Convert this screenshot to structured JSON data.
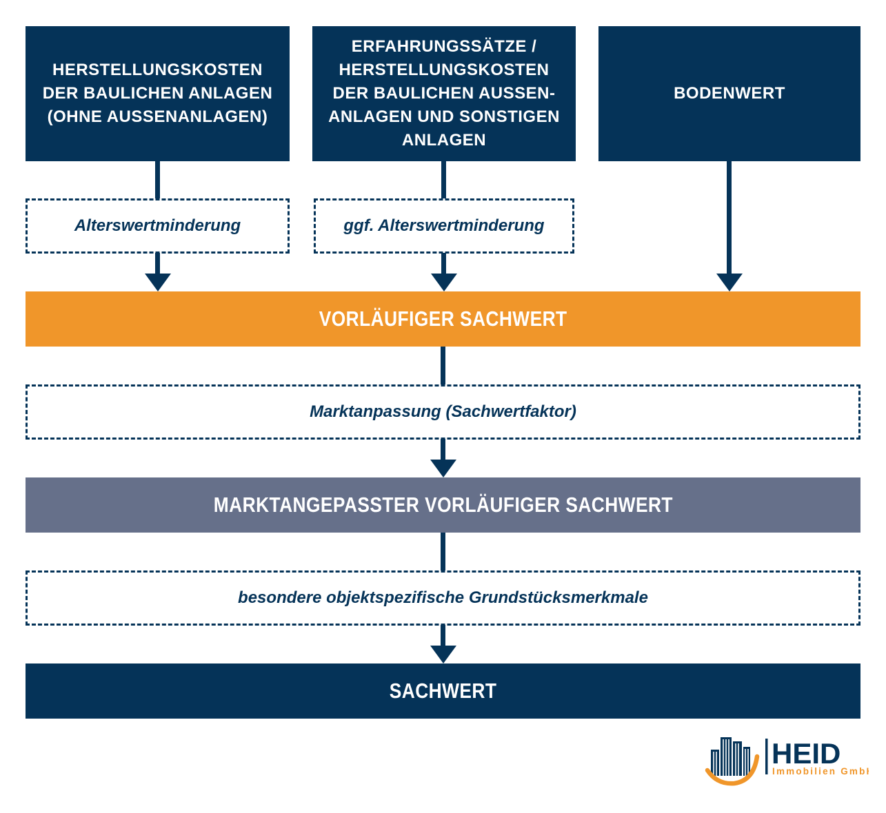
{
  "palette": {
    "navy": "#053358",
    "orange": "#F0962A",
    "slate": "#66708A",
    "white": "#FFFFFF"
  },
  "flow": {
    "inputs": [
      {
        "label": "HERSTELLUNGSKOSTEN DER BAULICHEN ANLAGEN (OHNE AUSSENANLAGEN)"
      },
      {
        "label": "ERFAHRUNGSSÄTZE / HERSTELLUNGSKOSTEN DER BAULICHEN AUSSEN-ANLAGEN UND SONSTIGEN ANLAGEN"
      },
      {
        "label": "BODENWERT"
      }
    ],
    "deductions": [
      {
        "label": "Alterswertminderung"
      },
      {
        "label": "ggf. Alterswertminderung"
      }
    ],
    "vorlaeufiger_sachwert": {
      "label": "VORLÄUFIGER SACHWERT"
    },
    "marktanpassung": {
      "label": "Marktanpassung (Sachwertfaktor)"
    },
    "marktangepasster_sachwert": {
      "label": "MARKTANGEPASSTER VORLÄUFIGER SACHWERT"
    },
    "grundstuecksmerkmale": {
      "label": "besondere objektspezifische Grundstücksmerkmale"
    },
    "sachwert": {
      "label": "SACHWERT"
    }
  },
  "logo": {
    "name": "HEID",
    "subtitle": "Immobilien GmbH"
  }
}
